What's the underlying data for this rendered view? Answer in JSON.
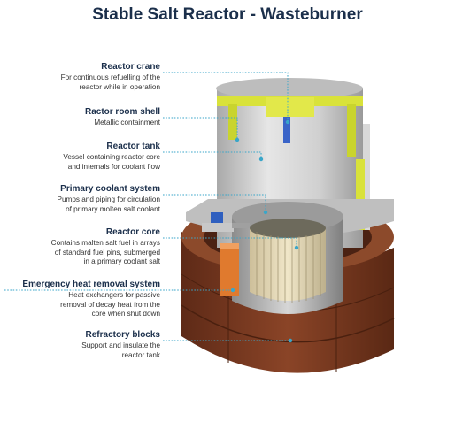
{
  "title": "Stable Salt Reactor - Wasteburner",
  "labels": [
    {
      "name": "Reactor crane",
      "desc": [
        "For continuous refuelling of the",
        "reactor while in operation"
      ]
    },
    {
      "name": "Ractor room shell",
      "desc": [
        "Metallic containment"
      ]
    },
    {
      "name": "Reactor tank",
      "desc": [
        "Vessel containing reactor core",
        "and internals for coolant flow"
      ]
    },
    {
      "name": "Primary coolant system",
      "desc": [
        "Pumps and piping for circulation",
        "of primary molten salt coolant"
      ]
    },
    {
      "name": "Reactor core",
      "desc": [
        "Contains malten salt fuel in arrays",
        "of standard fuel pins, submerged",
        "in a primary coolant salt"
      ]
    },
    {
      "name": "Emergency heat removal system",
      "desc": [
        "Heat exchangers for passive",
        "removal of decay heat from the",
        "core when shut down"
      ]
    },
    {
      "name": "Refractory blocks",
      "desc": [
        "Support and insulate the",
        "reactor tank"
      ]
    }
  ],
  "colors": {
    "title": "#1b2f4b",
    "leader": "#3aa6c9",
    "refractory": "#7a3a22",
    "crane": "#d9e23a",
    "steel": "#c9c9c9",
    "heat_exchanger": "#e07a2e"
  }
}
